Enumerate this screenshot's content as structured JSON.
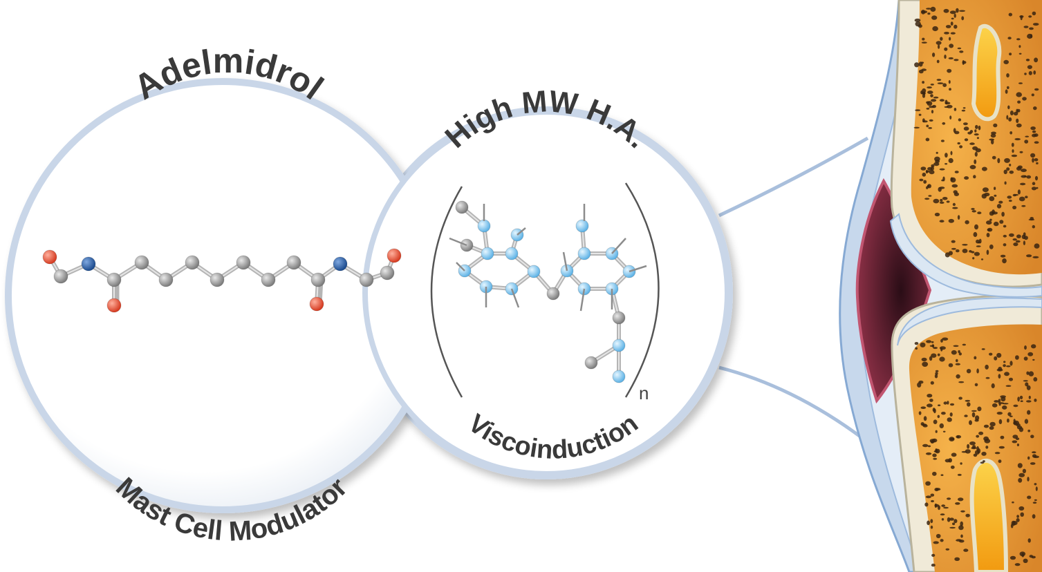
{
  "adelmidrol": {
    "title": "Adelmidrol",
    "subtitle": "Mast Cell Modulator"
  },
  "hyaluronic_acid": {
    "title": "High MW H.A.",
    "subtitle": "Viscoinduction",
    "repeat_unit_label": "n"
  },
  "colors": {
    "carbon": "#9a9a9a",
    "nitrogen": "#2f66b0",
    "oxygen": "#e5533b",
    "ha_atom": "#8fcdf2",
    "ring_border": "#c9d6e8",
    "bone": "#e9a23a",
    "cartilage": "#dfe9f3",
    "capsule": "#8fb1d8",
    "synovial": "#6a2033",
    "marrow": "#f6b81c"
  },
  "icons": [
    "joint-illustration",
    "adelmidrol-molecule",
    "hyaluronic-acid-molecule"
  ]
}
